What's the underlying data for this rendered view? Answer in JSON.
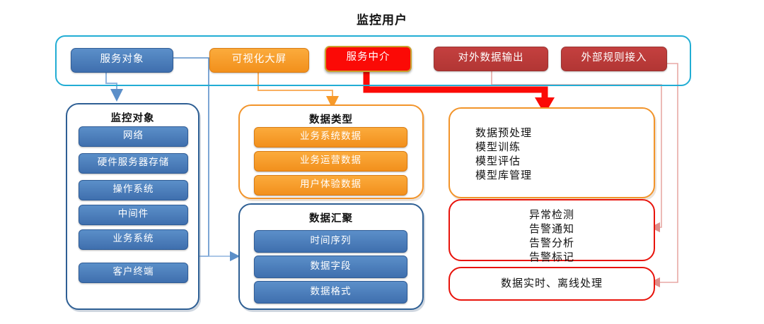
{
  "page": {
    "title": "监控用户"
  },
  "top_row": {
    "container_color": "#22ADD4",
    "chips": [
      {
        "label": "服务对象",
        "style": "blue",
        "color": "#4a7ebb"
      },
      {
        "label": "可视化大屏",
        "style": "orange",
        "color": "#f79a2a"
      },
      {
        "label": "服务中介",
        "style": "red",
        "color": "#fb0a06"
      },
      {
        "label": "对外数据输出",
        "style": "darkred",
        "color": "#bf3a38"
      },
      {
        "label": "外部规则接入",
        "style": "darkred",
        "color": "#bf3a38"
      }
    ]
  },
  "panels": {
    "monitor_objects": {
      "title": "监控对象",
      "accent": "#2e5f94",
      "items": [
        "网络",
        "硬件服务器存储",
        "操作系统",
        "中间件",
        "业务系统",
        "客户终端"
      ]
    },
    "data_types": {
      "title": "数据类型",
      "accent": "#f2942a",
      "items": [
        "业务系统数据",
        "业务运营数据",
        "用户体验数据"
      ]
    },
    "data_aggregation": {
      "title": "数据汇聚",
      "accent": "#2e5f94",
      "items": [
        "时间序列",
        "数据字段",
        "数据格式"
      ]
    },
    "model_pipeline": {
      "accent": "#f2942a",
      "lines": "数据预处理\n模型训练\n模型评估\n模型库管理"
    },
    "alerting": {
      "accent": "#e8130b",
      "lines": "异常检测\n告警通知\n告警分析\n告警标记"
    },
    "processing": {
      "accent": "#e8130b",
      "lines": "数据实时、离线处理"
    }
  },
  "connectors": [
    {
      "name": "service-object-to-monitor-objects",
      "color": "#5b8fc9",
      "kind": "arrow-down"
    },
    {
      "name": "service-object-to-data-aggregation",
      "color": "#5b8fc9",
      "kind": "arrow-right"
    },
    {
      "name": "visual-screen-to-data-types",
      "color": "#f79a2a",
      "kind": "arrow-down"
    },
    {
      "name": "service-broker-to-model-pipeline",
      "color": "#fb0a06",
      "kind": "thick-arrow-down"
    },
    {
      "name": "external-output-to-alerting",
      "color": "#e8a9a5",
      "kind": "arrow-left"
    },
    {
      "name": "external-rules-to-processing",
      "color": "#e8a9a5",
      "kind": "arrow-left"
    }
  ]
}
